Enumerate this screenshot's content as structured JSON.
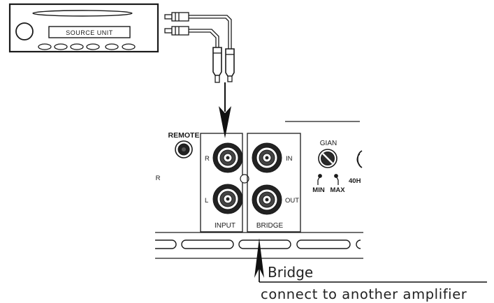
{
  "source_unit": {
    "display_label": "SOURCE UNIT"
  },
  "amplifier": {
    "remote_label": "REMOTE",
    "input_label": "INPUT",
    "bridge_label": "BRIDGE",
    "channel_r": "R",
    "channel_l": "L",
    "bridge_in": "IN",
    "bridge_out": "OUT",
    "gain_label": "GIAN",
    "min_label": "MIN",
    "max_label": "MAX",
    "freq_label": "40H",
    "side_label": "R"
  },
  "caption": {
    "title": "Bridge",
    "description": "connect to another amplifier"
  }
}
